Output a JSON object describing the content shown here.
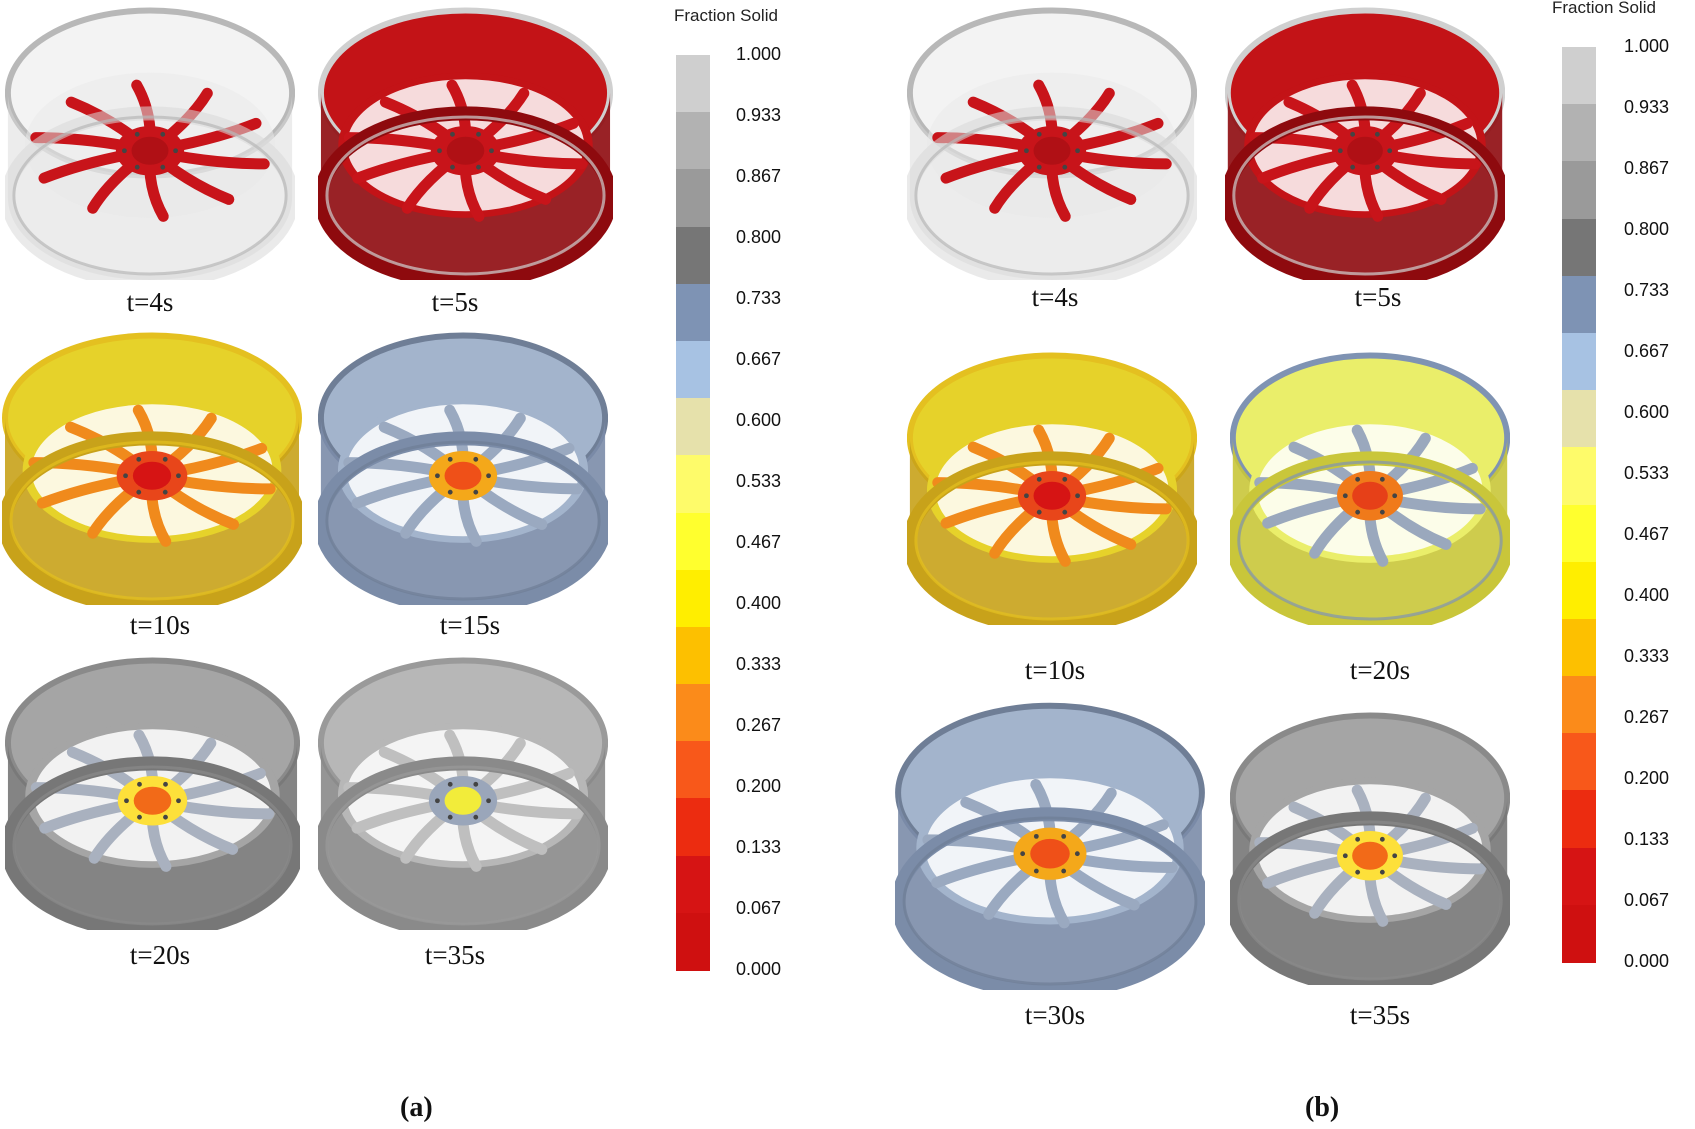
{
  "colorbar": {
    "title": "Fraction Solid",
    "ticks": [
      "1.000",
      "0.933",
      "0.867",
      "0.800",
      "0.733",
      "0.667",
      "0.600",
      "0.533",
      "0.467",
      "0.400",
      "0.333",
      "0.267",
      "0.200",
      "0.133",
      "0.067",
      "0.000"
    ],
    "colors": [
      "#cfcfcf",
      "#b2b2b2",
      "#9a9a9a",
      "#767676",
      "#7e93b4",
      "#a7c2e3",
      "#e6e1ab",
      "#fefb6a",
      "#ffff2e",
      "#ffee00",
      "#fdc000",
      "#fb8b1a",
      "#f8581a",
      "#ec2c10",
      "#d61414",
      "#cf1010"
    ]
  },
  "panels": [
    {
      "caption": "(a)",
      "wheels": [
        {
          "label": "t=4s",
          "state": "red-spokes",
          "fill": 0.0
        },
        {
          "label": "t=5s",
          "state": "red-full",
          "fill": 0.0
        },
        {
          "label": "t=10s",
          "state": "yellow",
          "fill": 0.3
        },
        {
          "label": "t=15s",
          "state": "blue",
          "fill": 0.65
        },
        {
          "label": "t=20s",
          "state": "gray-hot",
          "fill": 0.85
        },
        {
          "label": "t=35s",
          "state": "gray-cool",
          "fill": 0.95
        }
      ]
    },
    {
      "caption": "(b)",
      "wheels": [
        {
          "label": "t=4s",
          "state": "red-spokes",
          "fill": 0.0
        },
        {
          "label": "t=5s",
          "state": "red-full",
          "fill": 0.0
        },
        {
          "label": "t=10s",
          "state": "yellow",
          "fill": 0.3
        },
        {
          "label": "t=20s",
          "state": "yellow-light",
          "fill": 0.5
        },
        {
          "label": "t=30s",
          "state": "blue",
          "fill": 0.7
        },
        {
          "label": "t=35s",
          "state": "gray-hot",
          "fill": 0.9
        }
      ]
    }
  ]
}
